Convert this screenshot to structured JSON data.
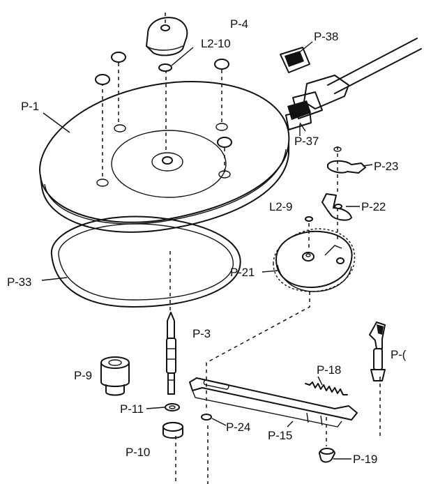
{
  "labels": {
    "p4": "P-4",
    "l2_10": "L2-10",
    "p38": "P-38",
    "p1": "P-1",
    "p37": "P-37",
    "p23": "P-23",
    "p22": "P-22",
    "l2_9": "L2-9",
    "p21": "P-21",
    "p33": "P-33",
    "p3": "P-3",
    "p9": "P-9",
    "p18": "P-18",
    "p1_partial": "P-(",
    "p11": "P-11",
    "p24": "P-24",
    "p15": "P-15",
    "p10": "P-10",
    "p19": "P-19"
  }
}
